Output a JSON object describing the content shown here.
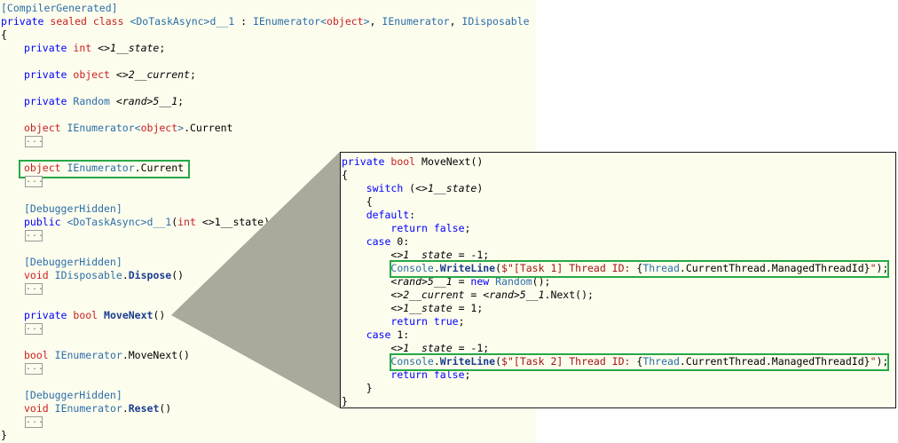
{
  "outer_class": {
    "attr_compiler": "[CompilerGenerated]",
    "decl_private": "private",
    "decl_sealed": "sealed",
    "decl_class": "class",
    "decl_name": "<DoTaskAsync>d__1",
    "decl_sep": " : ",
    "decl_ienum": "IEnumerator",
    "decl_lt": "<",
    "decl_object": "object",
    "decl_gt": ">",
    "decl_comma1": ", ",
    "decl_ienum2": "IEnumerator",
    "decl_comma2": ", ",
    "decl_idisp": "IDisposable",
    "open_brace": "{",
    "close_brace": "}",
    "collapsed_text": "...",
    "field_state": {
      "mod": "private",
      "type": "int",
      "name": "<>1__state",
      "semi": ";"
    },
    "field_current": {
      "mod": "private",
      "type": "object",
      "name": "<>2__current",
      "semi": ";"
    },
    "field_rand": {
      "mod": "private",
      "type": "Random",
      "name": "<rand>5__1",
      "semi": ";"
    },
    "current_generic": {
      "type": "object",
      "iface": "IEnumerator",
      "lt": "<",
      "targ": "object",
      "gt": ">",
      "member": ".Current"
    },
    "current_plain": {
      "type": "object",
      "iface": "IEnumerator",
      "member": ".Current"
    },
    "ctor": {
      "attr": "[DebuggerHidden]",
      "mod": "public",
      "name": "<DoTaskAsync>d__1",
      "lp": "(",
      "ptype": "int",
      "pname": "<>1__state",
      "rp": ")"
    },
    "dispose": {
      "attr": "[DebuggerHidden]",
      "type": "void",
      "iface": "IDisposable",
      "dot": ".",
      "name": "Dispose",
      "parens": "()"
    },
    "movenext_private": {
      "mod": "private",
      "type": "bool",
      "name": "MoveNext",
      "parens": "()"
    },
    "movenext_iface": {
      "type": "bool",
      "iface": "IEnumerator",
      "member": ".MoveNext()"
    },
    "reset": {
      "attr": "[DebuggerHidden]",
      "type": "void",
      "iface": "IEnumerator",
      "dot": ".",
      "name": "Reset",
      "parens": "()"
    }
  },
  "zoom": {
    "sig_private": "private",
    "sig_bool": "bool",
    "sig_name": "MoveNext",
    "sig_parens": "()",
    "open_brace": "{",
    "close_brace": "}",
    "switch_kw": "switch",
    "switch_expr_l": " (",
    "switch_expr": "<>1__state",
    "switch_expr_r": ")",
    "switch_open": "{",
    "switch_close": "}",
    "default_kw": "default",
    "colon": ":",
    "return_kw": "return",
    "false_kw": "false",
    "true_kw": "true",
    "semi": ";",
    "case_kw": "case",
    "case0_val": " 0",
    "case1_val": " 1",
    "state_var": "<>1__state",
    "assign_m1": " = -1;",
    "assign_1": " = 1;",
    "console": "Console",
    "dot": ".",
    "writeline": "WriteLine",
    "lp": "(",
    "dollar_q": "$\"",
    "task1_text": "[Task 1] Thread ID: ",
    "task2_text": "[Task 2] Thread ID: ",
    "lbrace": "{",
    "thread_cls": "Thread",
    "current_thread": "CurrentThread",
    "managed_id": "ManagedThreadId",
    "rbrace": "}",
    "q_rp_semi_q": "\"",
    "rp_semi": ");",
    "rand_var": "<rand>5__1",
    "assign_eq": " = ",
    "new_kw": "new",
    "random_type": " Random",
    "parens_semi": "();",
    "current_var": "<>2__current",
    "next_call": "Next",
    "colors": {
      "highlight": "#27a845",
      "callout": "#aaa99c",
      "keyword": "#0000ff",
      "type": "#2b6ea8",
      "string": "#a31515"
    }
  }
}
